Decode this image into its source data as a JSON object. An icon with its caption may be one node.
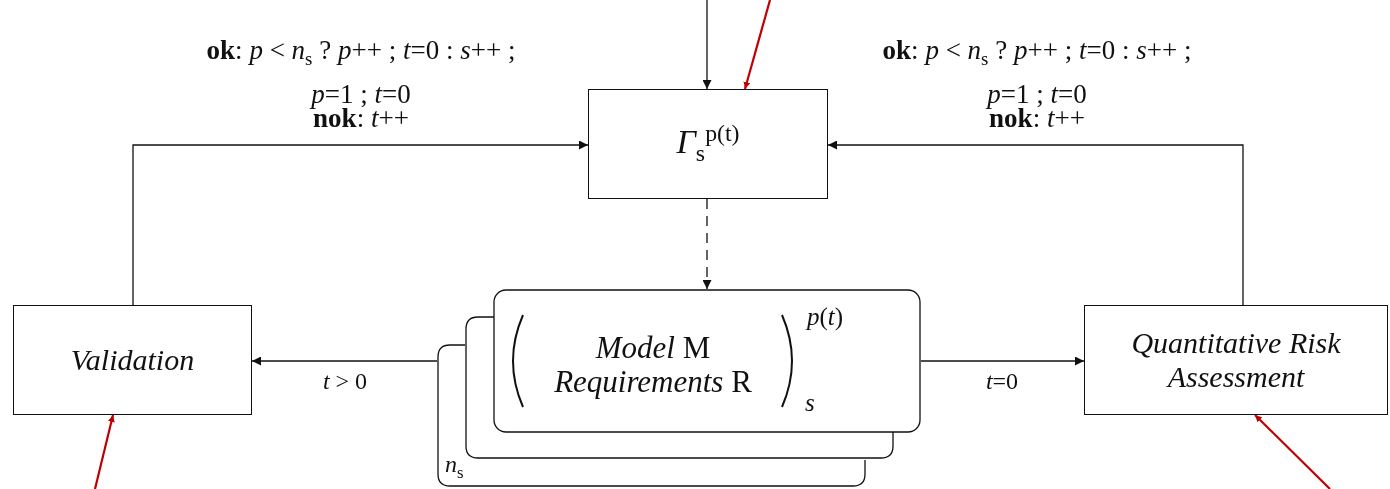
{
  "diagram": {
    "nodes": [
      {
        "text": [
          "*Γ*$_{s}$$^{p(t)}$"
        ]
      },
      {
        "text": [
          "*Model* M *Requirements* R",
          "*p*(*t*)",
          "*s*",
          "*n*$_{s}$"
        ]
      },
      {
        "text": [
          "Validation"
        ]
      },
      {
        "text": [
          "Quantitative Risk Assessment"
        ]
      }
    ],
    "edges": [
      {
        "from": null,
        "to": 0,
        "arrow": "to"
      },
      {
        "from": null,
        "to": 0,
        "arrow": "to",
        "color": "#c00000"
      },
      {
        "from": 0,
        "to": 1,
        "arrow": "to",
        "style": "dashed"
      },
      {
        "from": 1,
        "to": 2,
        "arrow": "to",
        "label": "*t* > 0"
      },
      {
        "from": 1,
        "to": 3,
        "arrow": "to",
        "label": "*t*=0"
      },
      {
        "from": 2,
        "to": 0,
        "arrow": "to"
      },
      {
        "from": 3,
        "to": 0,
        "arrow": "to"
      },
      {
        "from": null,
        "to": 2,
        "arrow": "to",
        "color": "#c00000"
      },
      {
        "from": null,
        "to": 3,
        "arrow": "to",
        "color": "#c00000"
      }
    ],
    "labels": [
      "**ok**: *p* < *n*$_{s}$ ? *p*++ ; *t*=0 : *s*++ ; *p*=1 ; *t*=0",
      "**ok**: *p* < *n*$_{s}$ ? *p*++ ; *t*=0 : *s*++ ; *p*=1 ; *t*=0",
      "**nok**: *t*++",
      "**nok**: *t*++"
    ]
  }
}
